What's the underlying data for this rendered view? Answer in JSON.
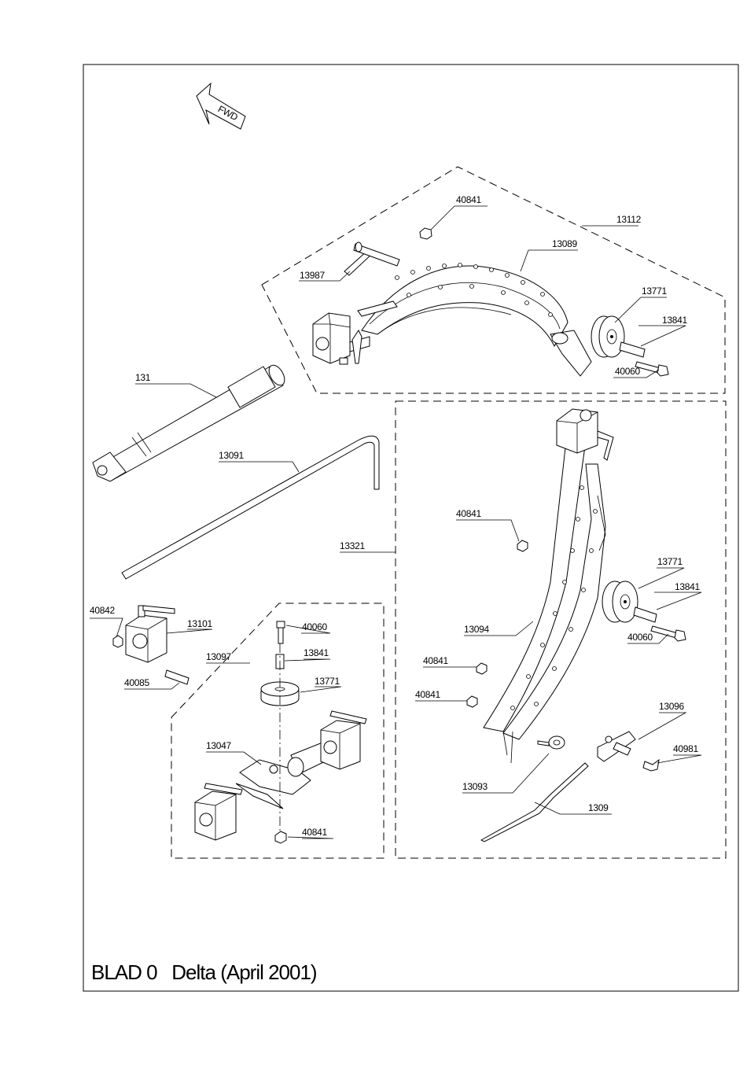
{
  "sheet": {
    "arrow_label": "FWD",
    "footer_title": "BLAD 0   Delta (April 2001)"
  },
  "labels": [
    {
      "id": "lbl-40841-a",
      "text": "40841"
    },
    {
      "id": "lbl-13112",
      "text": "13112"
    },
    {
      "id": "lbl-13089",
      "text": "13089"
    },
    {
      "id": "lbl-13987",
      "text": "13987"
    },
    {
      "id": "lbl-13771-a",
      "text": "13771"
    },
    {
      "id": "lbl-13841-a",
      "text": "13841"
    },
    {
      "id": "lbl-40060-a",
      "text": "40060"
    },
    {
      "id": "lbl-131",
      "text": "131"
    },
    {
      "id": "lbl-13091",
      "text": "13091"
    },
    {
      "id": "lbl-40841-b",
      "text": "40841"
    },
    {
      "id": "lbl-13321",
      "text": "13321"
    },
    {
      "id": "lbl-13771-b",
      "text": "13771"
    },
    {
      "id": "lbl-13841-b",
      "text": "13841"
    },
    {
      "id": "lbl-40060-b",
      "text": "40060"
    },
    {
      "id": "lbl-13094",
      "text": "13094"
    },
    {
      "id": "lbl-40841-c",
      "text": "40841"
    },
    {
      "id": "lbl-40841-d",
      "text": "40841"
    },
    {
      "id": "lbl-13096",
      "text": "13096"
    },
    {
      "id": "lbl-40981",
      "text": "40981"
    },
    {
      "id": "lbl-13093",
      "text": "13093"
    },
    {
      "id": "lbl-1309",
      "text": "1309"
    },
    {
      "id": "lbl-40842",
      "text": "40842"
    },
    {
      "id": "lbl-13101",
      "text": "13101"
    },
    {
      "id": "lbl-13097",
      "text": "13097"
    },
    {
      "id": "lbl-40085",
      "text": "40085"
    },
    {
      "id": "lbl-40060-c",
      "text": "40060"
    },
    {
      "id": "lbl-13841-c",
      "text": "13841"
    },
    {
      "id": "lbl-13771-c",
      "text": "13771"
    },
    {
      "id": "lbl-13047",
      "text": "13047"
    },
    {
      "id": "lbl-40841-e",
      "text": "40841"
    }
  ]
}
